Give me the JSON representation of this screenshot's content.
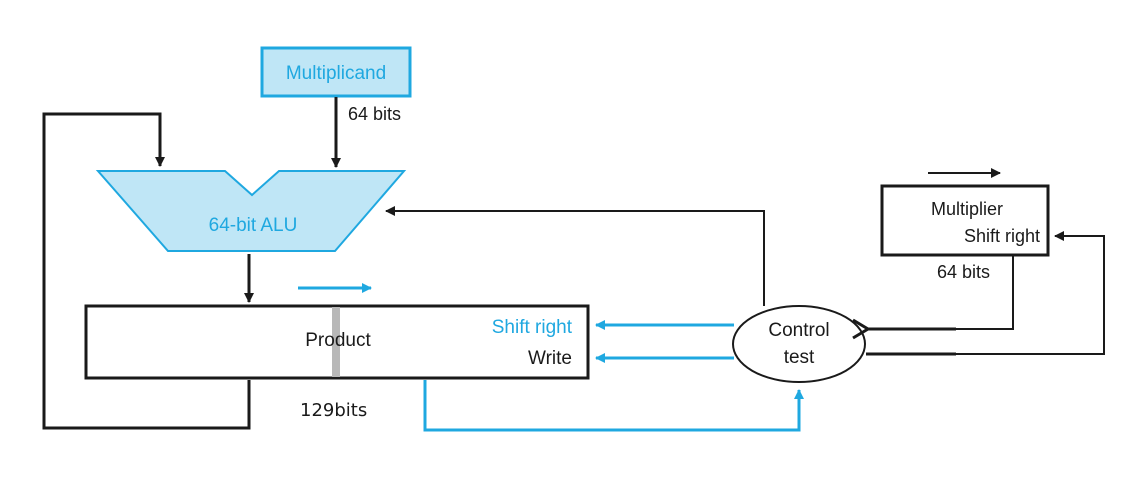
{
  "diagram": {
    "multiplicand": {
      "label": "Multiplicand",
      "width_label": "64 bits"
    },
    "alu": {
      "label": "64-bit ALU"
    },
    "product": {
      "label": "Product",
      "shift_label": "Shift right",
      "write_label": "Write",
      "width_label": "129bits"
    },
    "multiplier": {
      "label": "Multiplier",
      "shift_label": "Shift right",
      "width_label": "64 bits"
    },
    "control": {
      "line1": "Control",
      "line2": "test"
    }
  },
  "colors": {
    "accent": "#1fa8e0",
    "fill": "#bfe6f6",
    "stroke": "#1a1a1a",
    "divider": "#b8b8b8"
  }
}
